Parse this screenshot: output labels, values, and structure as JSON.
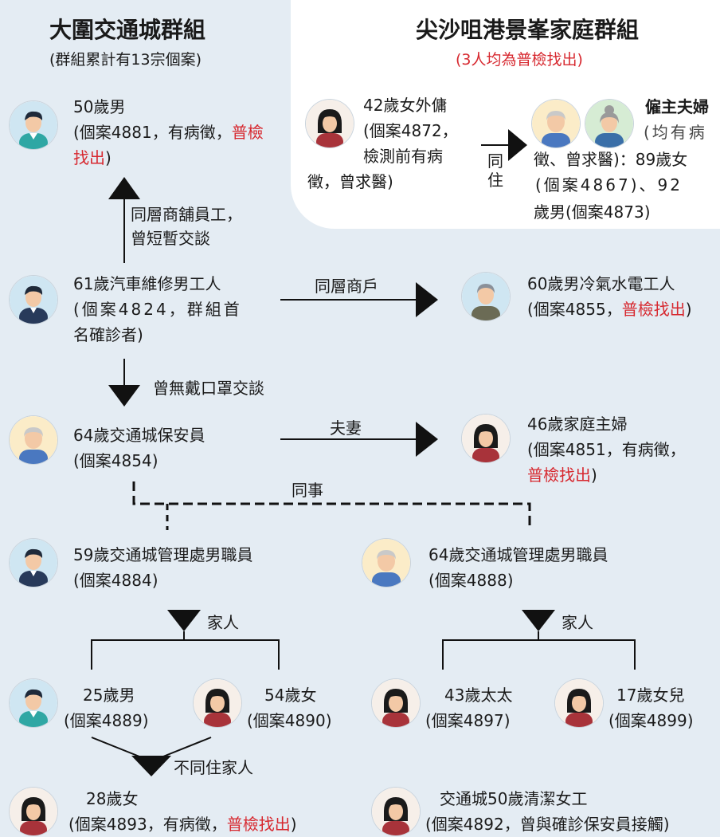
{
  "left_group": {
    "title": "大圍交通城群組",
    "subtitle": "(群組累計有13宗個案)"
  },
  "right_group": {
    "title": "尖沙咀港景峯家庭群組",
    "subtitle": "(3人均為普檢找出)"
  },
  "nodes": {
    "n4881": {
      "name": "50歲男",
      "detail": "(個案4881，有病徵，",
      "red": "普檢找出",
      "tail": ")"
    },
    "n4872": {
      "name": "42歲女外傭",
      "line2": "(個案4872，",
      "line3": "檢測前有病",
      "line4": "徵，曾求醫)"
    },
    "employers": {
      "name": "僱主夫婦",
      "line2": "(均有病",
      "line3": "徵、曾求醫)：89歲女",
      "line4": "(個案4867)、92",
      "line5": "歲男(個案4873)"
    },
    "n4824": {
      "name": "61歲汽車維修男工人",
      "line2": "(個案4824，群組首",
      "line3": "名確診者)"
    },
    "n4855": {
      "name": "60歲男冷氣水電工人",
      "detail": "(個案4855，",
      "red": "普檢找出",
      "tail": ")"
    },
    "n4854": {
      "name": "64歲交通城保安員",
      "line2": "(個案4854)"
    },
    "n4851": {
      "name": "46歲家庭主婦",
      "line2": "(個案4851，有病徵，",
      "red": "普檢找出",
      "tail": ")"
    },
    "n4884": {
      "name": "59歲交通城管理處男職員",
      "line2": "(個案4884)"
    },
    "n4888": {
      "name": "64歲交通城管理處男職員",
      "line2": "(個案4888)"
    },
    "n4889": {
      "name": "25歲男",
      "line2": "(個案4889)"
    },
    "n4890": {
      "name": "54歲女",
      "line2": "(個案4890)"
    },
    "n4897": {
      "name": "43歲太太",
      "line2": "(個案4897)"
    },
    "n4899": {
      "name": "17歲女兒",
      "line2": "(個案4899)"
    },
    "n4893": {
      "name": "28歲女",
      "detail": "(個案4893，有病徵，",
      "red": "普檢找出",
      "tail": ")"
    },
    "n4892": {
      "name": "交通城50歲清潔女工",
      "line2": "(個案4892，曾與確診保安員接觸)"
    }
  },
  "edges": {
    "coworker_shop": "同層商舖員工，",
    "brief_talk": "曾短暫交談",
    "same_floor": "同層商戶",
    "no_mask": "曾無戴口罩交談",
    "spouse": "夫妻",
    "colleague": "同事",
    "family_left": "家人",
    "family_right": "家人",
    "not_cohabit": "不同住家人",
    "cohabit_1": "同",
    "cohabit_2": "住"
  },
  "colors": {
    "accent_red": "#d7282f",
    "background": "#e4ecf3",
    "panel": "#ffffff"
  }
}
